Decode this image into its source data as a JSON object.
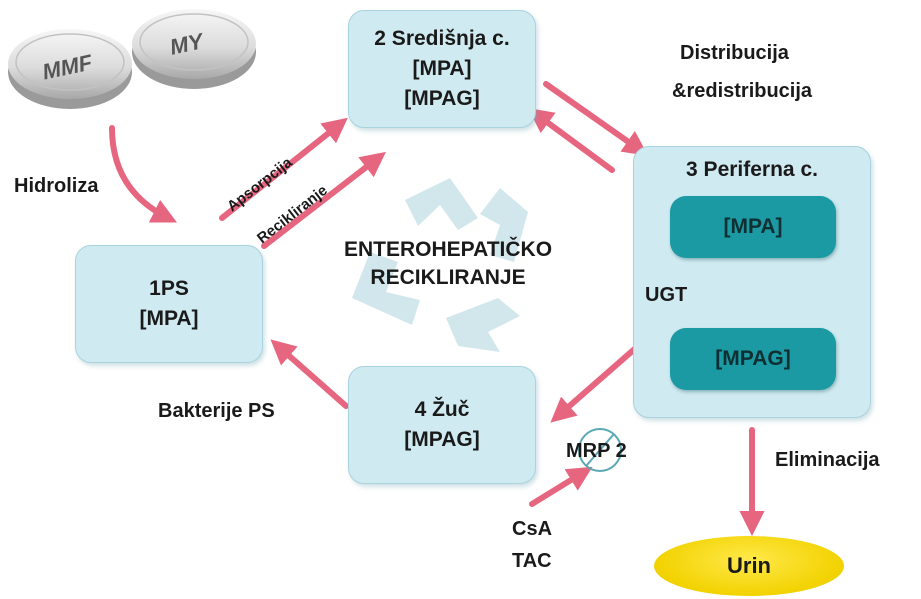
{
  "pills": {
    "left": "MMF",
    "right": "MY"
  },
  "boxes": {
    "b1": {
      "line1": "1PS",
      "line2": "[MPA]"
    },
    "b2": {
      "line1": "2 Središnja c.",
      "line2": "[MPA]",
      "line3": "[MPAG]"
    },
    "b3": {
      "title": "3 Periferna c.",
      "inner_top": "[MPA]",
      "inner_bottom": "[MPAG]"
    },
    "b4": {
      "line1": "4 Žuč",
      "line2": "[MPAG]"
    }
  },
  "labels": {
    "hidroliza": "Hidroliza",
    "apsorpcija": "Apsorpcija",
    "recikliranje": "Recikliranje",
    "distribucija1": "Distribucija",
    "distribucija2": "&redistribucija",
    "ugt": "UGT",
    "bakterije": "Bakterije PS",
    "mrp2": "MRP 2",
    "csa": "CsA",
    "tac": "TAC",
    "eliminacija": "Eliminacija",
    "urin": "Urin",
    "center1": "ENTEROHEPATIČKO",
    "center2": "RECIKLIRANJE"
  },
  "colors": {
    "arrow": "#e66680",
    "box_fill": "#cfeaf0",
    "inner_fill": "#1b9aa3",
    "urin": "#f2d200",
    "recycle": "#cfe6ec"
  },
  "icons": {
    "background": "recycle-icon"
  }
}
